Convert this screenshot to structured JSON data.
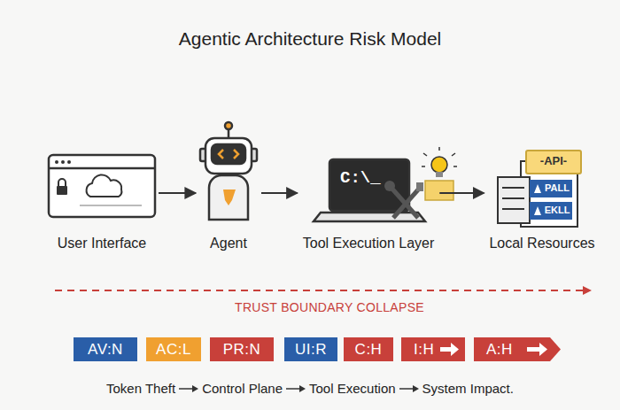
{
  "diagram": {
    "title": "Agentic Architecture Risk Model",
    "nodes": [
      {
        "text": [
          "User Interface"
        ]
      },
      {
        "text": [
          "Agent"
        ]
      },
      {
        "text": [
          "Tool Execution Layer"
        ]
      },
      {
        "text": [
          "Local Resources"
        ]
      },
      {
        "text": [
          "AV:N"
        ]
      },
      {
        "text": [
          "AC:L"
        ]
      },
      {
        "text": [
          "PR:N"
        ]
      },
      {
        "text": [
          "UI:R"
        ]
      },
      {
        "text": [
          "C:H"
        ]
      },
      {
        "text": [
          "I:H"
        ]
      },
      {
        "text": [
          "A:H"
        ]
      }
    ],
    "edges": [
      {
        "from": 0,
        "to": 1,
        "arrow": "to"
      },
      {
        "from": 1,
        "to": 2,
        "arrow": "to"
      },
      {
        "from": 2,
        "to": 3,
        "arrow": "to"
      }
    ],
    "labels": [
      "C:\\_",
      "-API-",
      "PALL",
      "EKLL",
      "TRUST BOUNDARY COLLAPSE",
      "Token Theft",
      "Control Plane",
      "Tool Execution",
      "System Impact."
    ]
  }
}
